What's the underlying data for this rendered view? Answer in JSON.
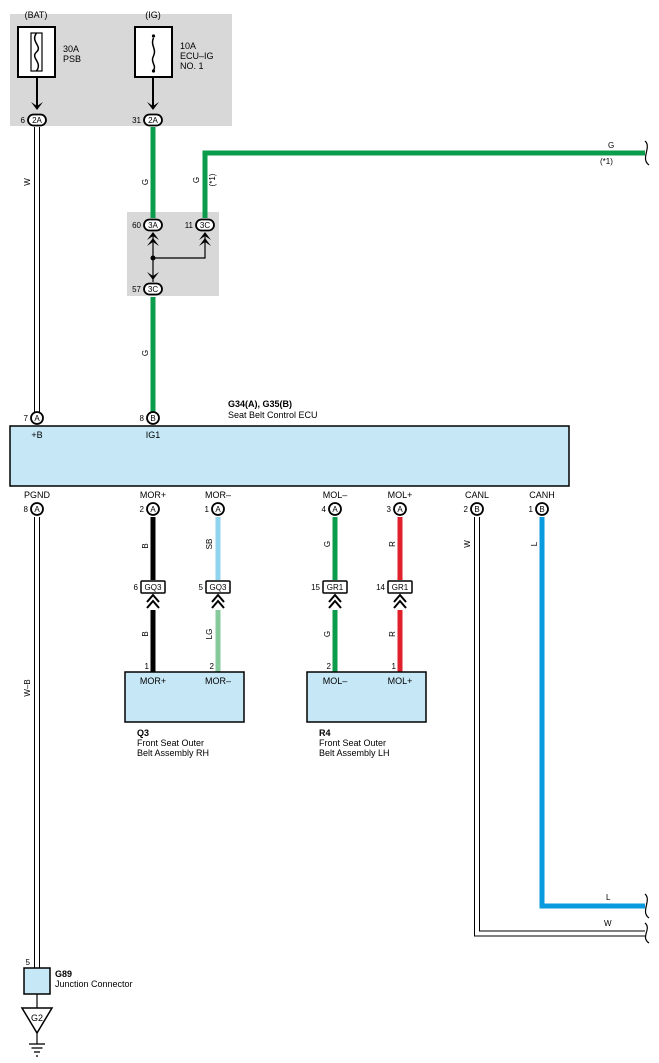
{
  "power": {
    "bat_label": "(BAT)",
    "ig_label": "(IG)",
    "fuse1": {
      "rating": "30A",
      "name": "PSB"
    },
    "fuse2": {
      "rating": "10A",
      "name1": "ECU–IG",
      "name2": "NO. 1"
    }
  },
  "connectors": {
    "c_2a_bat": {
      "pin": "6",
      "id": "2A"
    },
    "c_2a_ig": {
      "pin": "31",
      "id": "2A"
    },
    "c_3a": {
      "pin": "60",
      "id": "3A"
    },
    "c_3c_top": {
      "pin": "11",
      "id": "3C"
    },
    "c_3c_bot": {
      "pin": "57",
      "id": "3C"
    },
    "ecu_b_plus": {
      "pin": "7",
      "id": "A"
    },
    "ecu_ig1": {
      "pin": "8",
      "id": "B"
    },
    "ecu_pgnd": {
      "pin": "8",
      "id": "A"
    },
    "ecu_mor_plus": {
      "pin": "2",
      "id": "A"
    },
    "ecu_mor_minus": {
      "pin": "1",
      "id": "A"
    },
    "ecu_mol_minus": {
      "pin": "4",
      "id": "A"
    },
    "ecu_mol_plus": {
      "pin": "3",
      "id": "A"
    },
    "ecu_canl": {
      "pin": "2",
      "id": "B"
    },
    "ecu_canh": {
      "pin": "1",
      "id": "B"
    },
    "gq3_a": {
      "pin": "6",
      "id": "GQ3"
    },
    "gq3_b": {
      "pin": "5",
      "id": "GQ3"
    },
    "gr1_a": {
      "pin": "15",
      "id": "GR1"
    },
    "gr1_b": {
      "pin": "14",
      "id": "GR1"
    }
  },
  "wires": {
    "w_bat": "W",
    "g_ig": "G",
    "g_branch": "G",
    "branch_note": "(*1)",
    "g_right": "G",
    "right_note": "(*1)",
    "g_mid": "G",
    "mor_plus_upper": "B",
    "mor_plus_lower": "B",
    "mor_minus_upper": "SB",
    "mor_minus_lower": "LG",
    "mol_minus_upper": "G",
    "mol_minus_lower": "G",
    "mol_plus_upper": "R",
    "mol_plus_lower": "R",
    "canl": "W",
    "canh": "L",
    "ground": "W–B",
    "canh_end": "L",
    "canl_end": "W"
  },
  "ecu": {
    "title": "G34(A), G35(B)",
    "subtitle": "Seat Belt Control ECU",
    "pin_b": "+B",
    "pin_ig1": "IG1",
    "pin_pgnd": "PGND",
    "pin_mor_plus": "MOR+",
    "pin_mor_minus": "MOR–",
    "pin_mol_minus": "MOL–",
    "pin_mol_plus": "MOL+",
    "pin_canl": "CANL",
    "pin_canh": "CANH"
  },
  "q3": {
    "code": "Q3",
    "name1": "Front Seat Outer",
    "name2": "Belt Assembly RH",
    "pin1": "1",
    "pin2": "2",
    "label1": "MOR+",
    "label2": "MOR–"
  },
  "r4": {
    "code": "R4",
    "name1": "Front Seat Outer",
    "name2": "Belt Assembly LH",
    "pin2": "2",
    "pin1": "1",
    "label1": "MOL–",
    "label2": "MOL+"
  },
  "junction": {
    "pin": "5",
    "code": "G89",
    "name": "Junction Connector",
    "ground": "G2"
  },
  "colors": {
    "green": "#0a9c4b",
    "sky": "#8fd3ef",
    "lightgreen": "#86c99a",
    "red": "#e0202a",
    "blue": "#0a9ade",
    "black": "#000000",
    "ecu_fill": "#c6e8f6",
    "gray_box": "#d8d8d8"
  }
}
